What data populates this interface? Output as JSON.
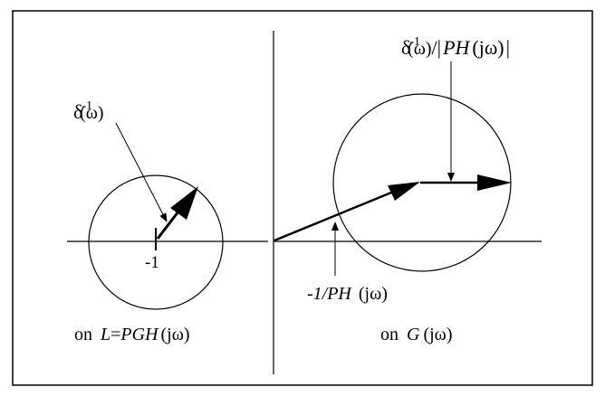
{
  "left_panel": {
    "delta_label": {
      "base": "δ",
      "sup": "-1",
      "arg": "(ω)"
    },
    "minus_one_label": "-1",
    "caption": {
      "prefix": "on ",
      "var": "L",
      "eq": "=",
      "func": "PGH",
      "arg": "(jω)"
    }
  },
  "right_panel": {
    "delta_label": {
      "base": "δ",
      "sup": "-1",
      "arg": "(ω)",
      "slash": "/",
      "bar": "|",
      "func": "PH",
      "farg": "(jω)",
      "bar2": "|"
    },
    "point_label": {
      "func": "-1/PH",
      "arg": "(jω)"
    },
    "caption": {
      "prefix": "on ",
      "var": "G",
      "arg": "(jω)"
    }
  },
  "colors": {
    "ink": "#000000",
    "background": "#ffffff"
  }
}
